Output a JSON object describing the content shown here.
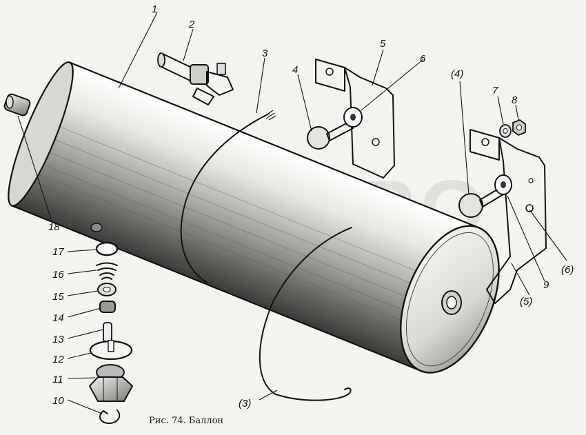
{
  "watermark": "MTZ-PRO",
  "caption": "Рис. 74. Баллон",
  "callouts": [
    {
      "key": "1",
      "label": "1"
    },
    {
      "key": "2",
      "label": "2"
    },
    {
      "key": "3",
      "label": "3"
    },
    {
      "key": "4",
      "label": "4"
    },
    {
      "key": "5",
      "label": "5"
    },
    {
      "key": "6",
      "label": "6"
    },
    {
      "key": "4b",
      "label": "(4)"
    },
    {
      "key": "7",
      "label": "7"
    },
    {
      "key": "8",
      "label": "8"
    },
    {
      "key": "18",
      "label": "18"
    },
    {
      "key": "17",
      "label": "17"
    },
    {
      "key": "16",
      "label": "16"
    },
    {
      "key": "15",
      "label": "15"
    },
    {
      "key": "14",
      "label": "14"
    },
    {
      "key": "13",
      "label": "13"
    },
    {
      "key": "12",
      "label": "12"
    },
    {
      "key": "11",
      "label": "11"
    },
    {
      "key": "10",
      "label": "10"
    },
    {
      "key": "9",
      "label": "9"
    },
    {
      "key": "6b",
      "label": "(6)"
    },
    {
      "key": "5b",
      "label": "(5)"
    },
    {
      "key": "3b",
      "label": "(3)"
    }
  ]
}
